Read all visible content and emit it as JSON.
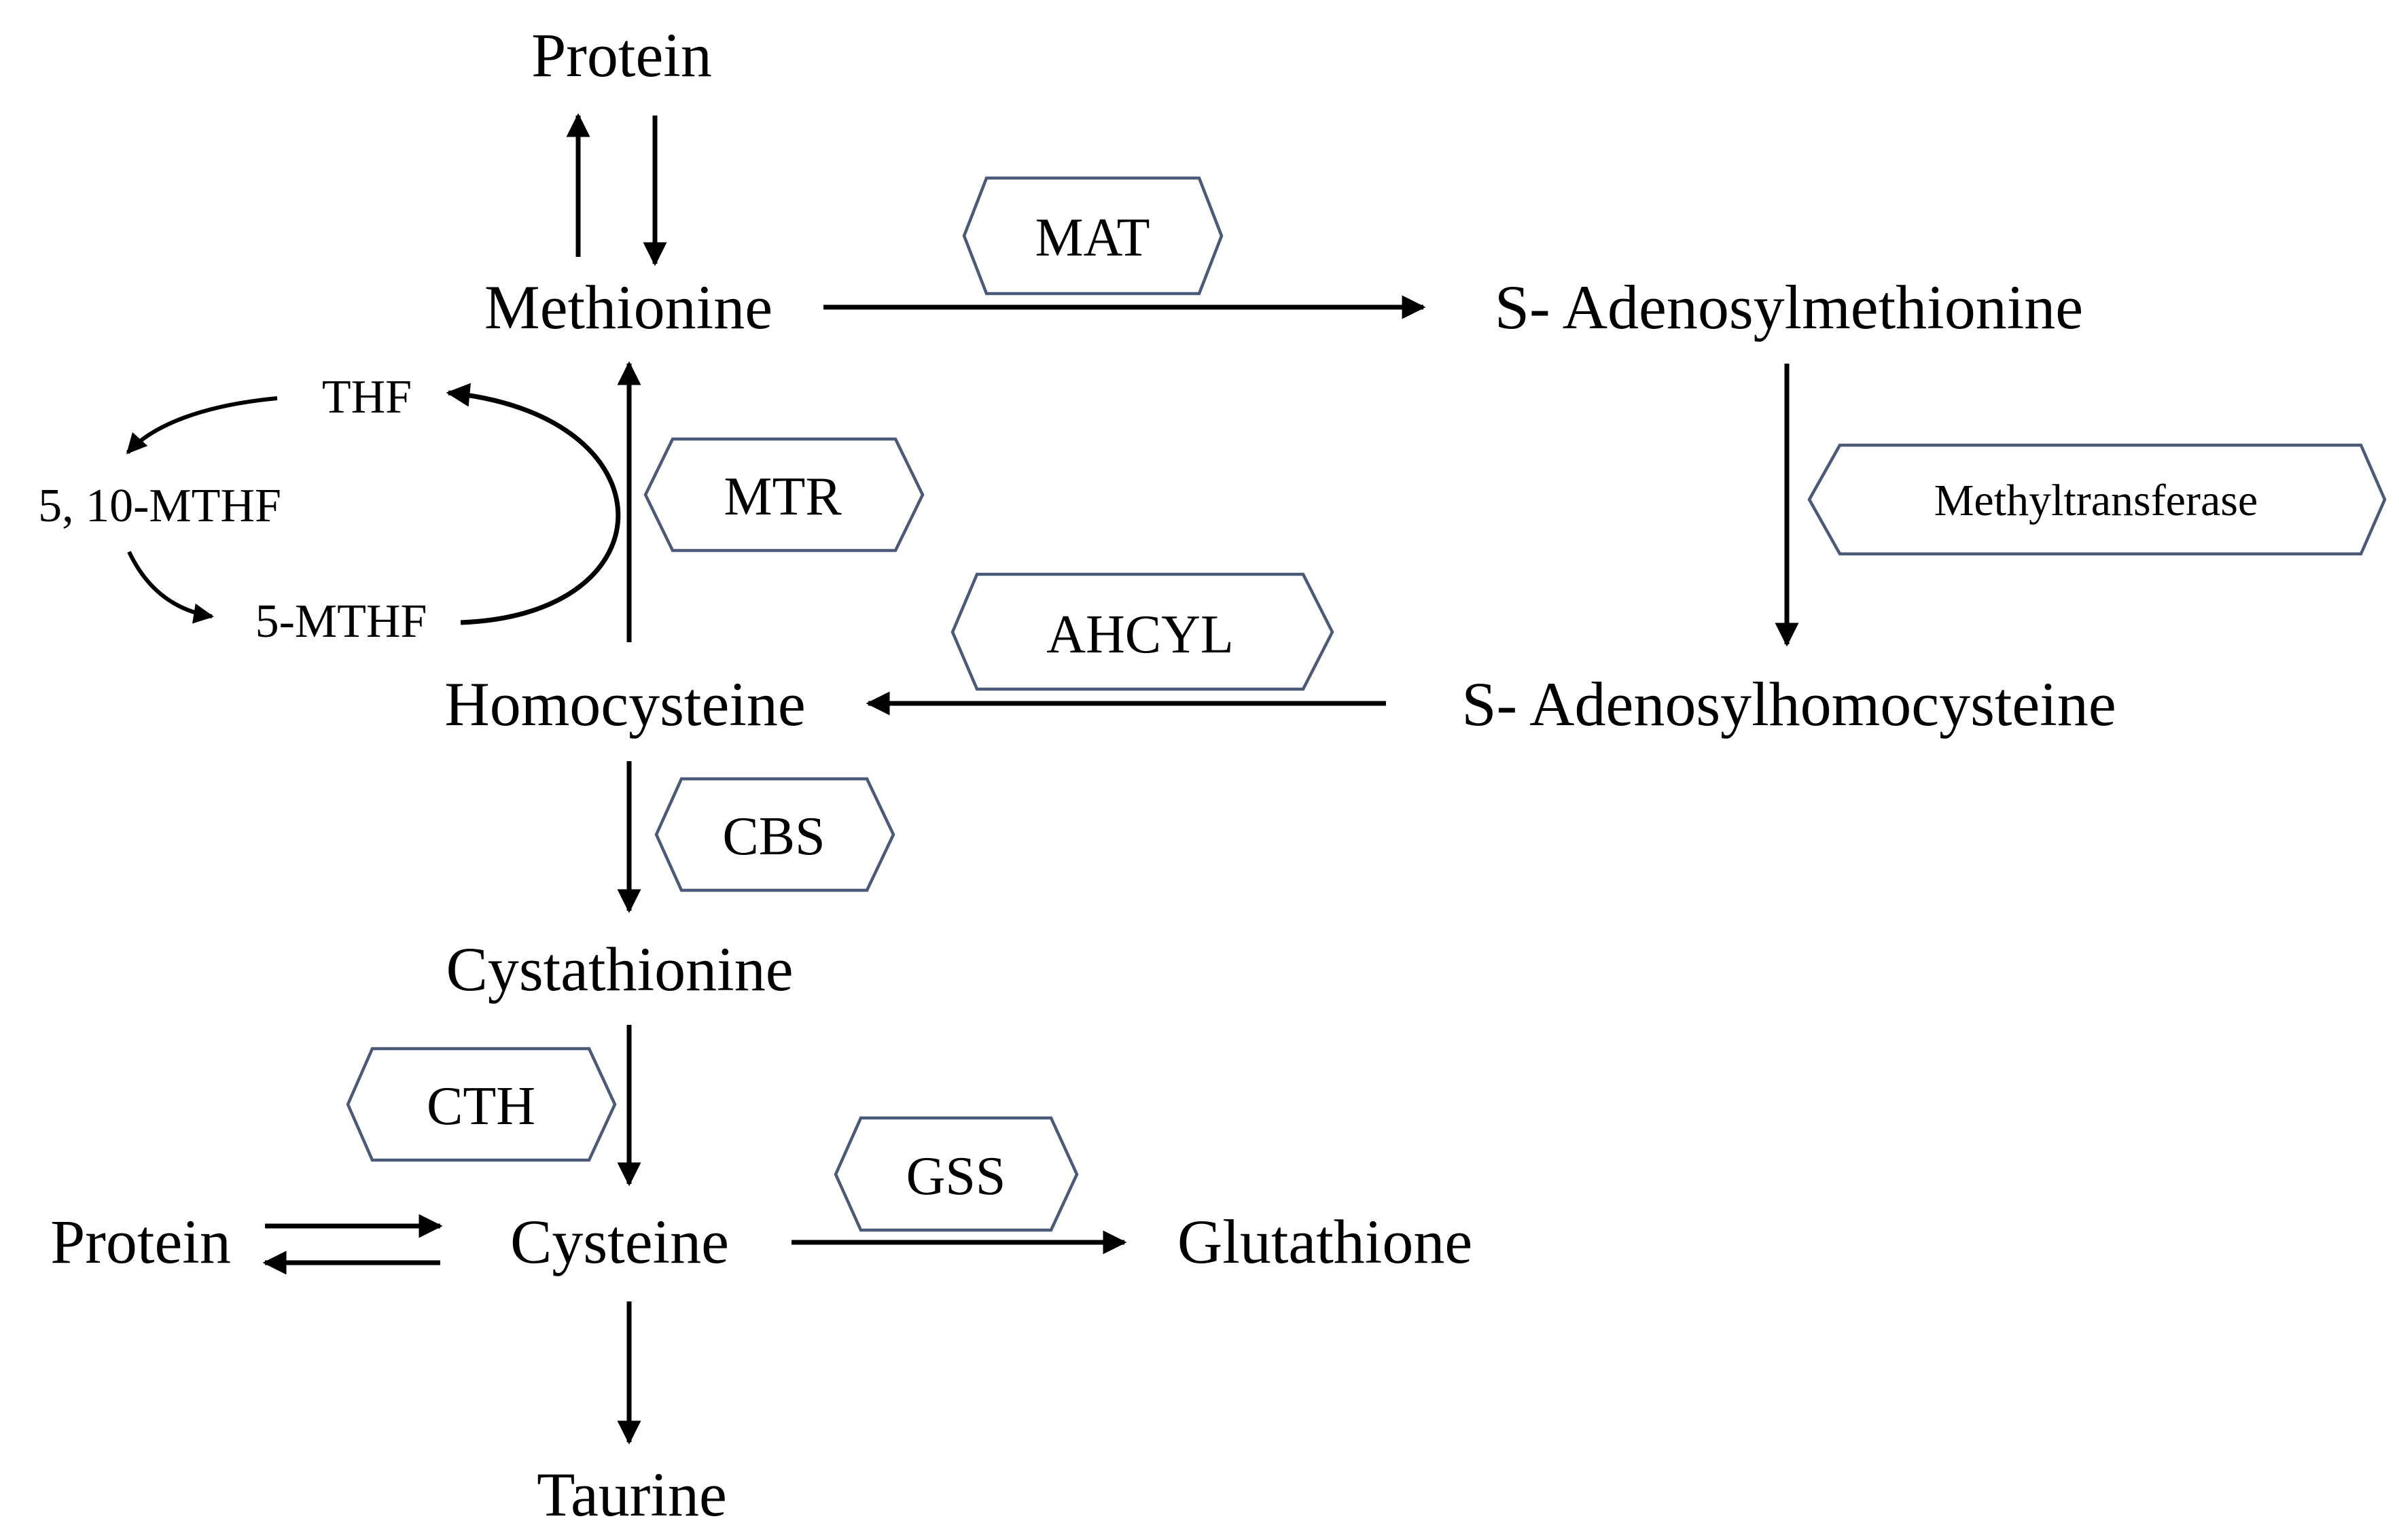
{
  "metabolites": {
    "protein_top": "Protein",
    "methionine": "Methionine",
    "sam": "S- Adenosylmethionine",
    "sah": "S- Adenosylhomocysteine",
    "homocysteine": "Homocysteine",
    "cystathionine": "Cystathionine",
    "cysteine": "Cysteine",
    "protein_left": "Protein",
    "glutathione": "Glutathione",
    "taurine": "Taurine"
  },
  "folate_cycle": {
    "thf": "THF",
    "mthf_5_10": "5, 10-MTHF",
    "mthf_5": "5-MTHF"
  },
  "enzymes": {
    "mat": "MAT",
    "mtr": "MTR",
    "methyltransferase": "Methyltransferase",
    "ahcyl": "AHCYL",
    "cbs": "CBS",
    "cth": "CTH",
    "gss": "GSS"
  },
  "colors": {
    "hexagon_stroke": "#4a5a78",
    "arrow": "#000000",
    "text": "#000000"
  }
}
